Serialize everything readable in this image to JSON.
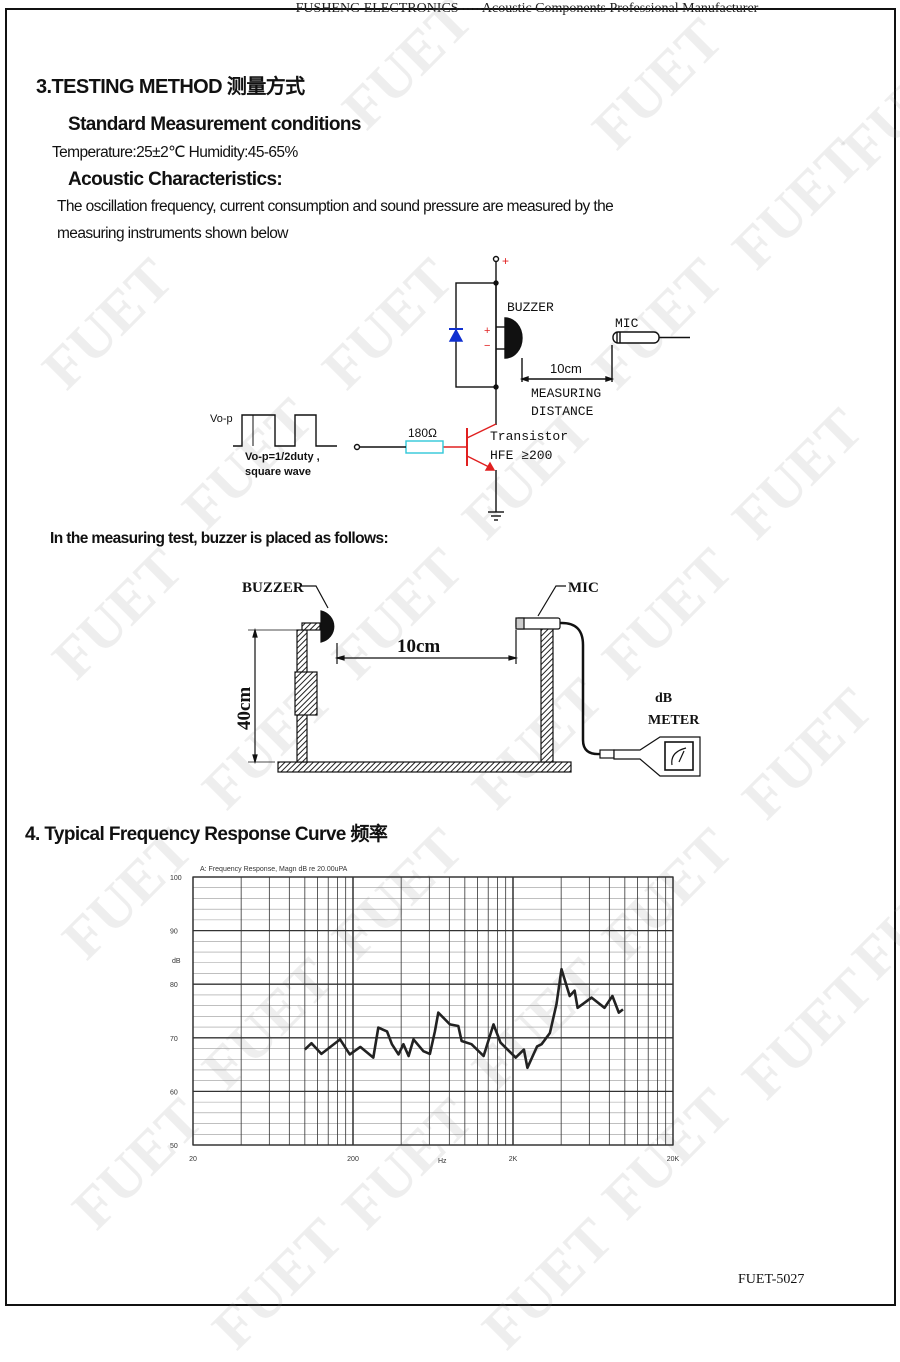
{
  "header": {
    "text": "FUSHENG ELECTRONICS-----Acoustic Components Professional Manufacturer"
  },
  "watermark": {
    "text": "FUET"
  },
  "section3": {
    "title": "3.TESTING METHOD    测量方式",
    "standard_heading": "Standard Measurement conditions",
    "conditions": "Temperature:25±2℃   Humidity:45-65%",
    "acoustic_heading": "Acoustic Characteristics:",
    "paragraph_line1": "The oscillation frequency, current consumption and sound pressure are measured by the",
    "paragraph_line2": "measuring instruments shown below",
    "placement_text": "In the measuring test, buzzer is placed as follows:"
  },
  "circuit": {
    "plus": "+",
    "buzzer_label": "BUZZER",
    "buzzer_plus": "+",
    "buzzer_minus": "−",
    "mic_label": "MIC",
    "distance": "10cm",
    "measuring": "MEASURING",
    "distance_label": "DISTANCE",
    "resistor": "180Ω",
    "transistor": "Transistor",
    "hfe": "HFE ≥200",
    "vop": "Vo-p",
    "wave_line1": "Vo-p=1/2duty ,",
    "wave_line2": "square wave",
    "colors": {
      "red": "#e02020",
      "diode": "#1030d0",
      "resistor": "#30c8d8"
    }
  },
  "setup": {
    "buzzer_label": "BUZZER",
    "mic_label": "MIC",
    "distance": "10cm",
    "height": "40cm",
    "meter_line1": "dB",
    "meter_line2": "METER"
  },
  "section4": {
    "title": "4. Typical Frequency Response Curve  频率"
  },
  "chart_data": {
    "type": "line",
    "title": "A: Frequency Response, Magn dB re 20.00uPA",
    "xlabel": "Hz",
    "ylabel": "dB",
    "xscale": "log",
    "xlim": [
      20,
      20000
    ],
    "ylim": [
      50,
      100
    ],
    "xticks": [
      {
        "v": 20,
        "label": "20"
      },
      {
        "v": 200,
        "label": "200"
      },
      {
        "v": 2000,
        "label": "2K"
      },
      {
        "v": 20000,
        "label": "20K"
      }
    ],
    "yticks": [
      100,
      90,
      80,
      70,
      60,
      50
    ],
    "grid": true,
    "series": [
      {
        "name": "Magnitude",
        "x": [
          100,
          110,
          127,
          166,
          191,
          222,
          268,
          288,
          326,
          350,
          385,
          413,
          445,
          478,
          551,
          605,
          650,
          683,
          807,
          910,
          955,
          1100,
          1310,
          1510,
          1670,
          2080,
          2340,
          2460,
          2830,
          3020,
          3400,
          3740,
          4020,
          4520,
          4850,
          5070,
          5640,
          6200,
          7460,
          8360,
          9170,
          9740
        ],
        "y": [
          67.8,
          69,
          67,
          69.7,
          66.9,
          68.3,
          66.3,
          71.9,
          71.2,
          68.8,
          66.9,
          68.8,
          66.6,
          69.7,
          67.5,
          67,
          71.2,
          74.7,
          72.5,
          72.2,
          69.4,
          68.8,
          66.6,
          72.5,
          69.1,
          66.3,
          67.8,
          64.4,
          68.4,
          68.8,
          70.9,
          76.3,
          82.8,
          77.8,
          78.8,
          75.6,
          76.6,
          77.5,
          75.6,
          77.8,
          74.7,
          75.3
        ]
      }
    ]
  },
  "footer": {
    "code": "FUET-5027"
  }
}
